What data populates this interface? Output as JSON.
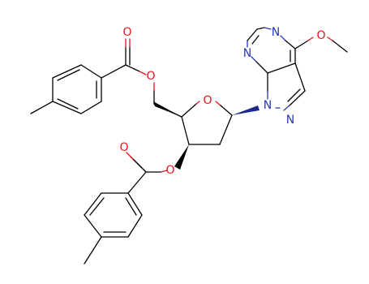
{
  "colors": {
    "carbon_bond": "#000000",
    "oxygen": "#e8141e",
    "nitrogen": "#2838b8",
    "wedge": "#000000"
  },
  "atoms": {
    "n_pyrimidine_top": "N",
    "n_pyrimidine_left": "N",
    "n1_pyrazole": "N",
    "n2_pyrazole": "N",
    "o_methoxy": "O",
    "o_ring": "O",
    "o_carbonyl_top": "O",
    "o_ester_top": "O",
    "o_carbonyl_bottom": "O",
    "o_ester_bottom": "O"
  }
}
